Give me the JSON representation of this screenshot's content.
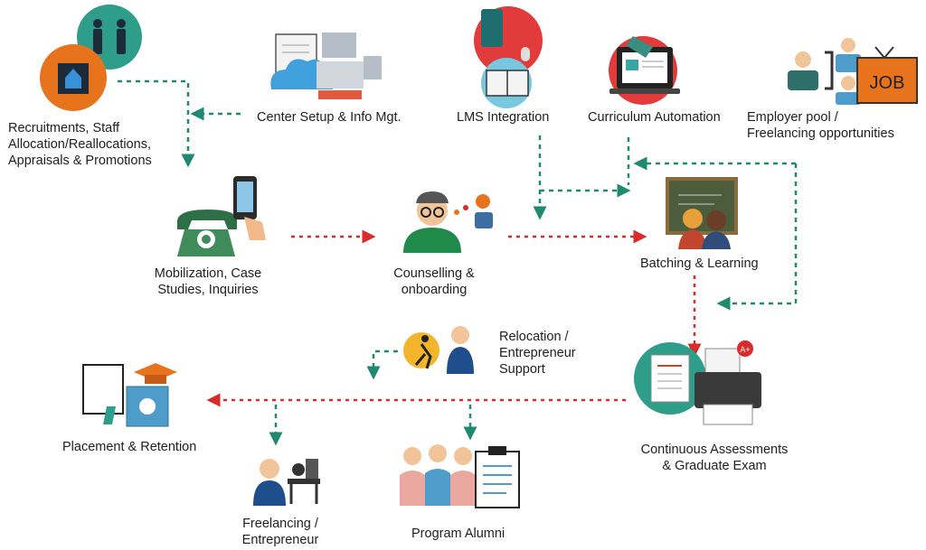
{
  "nodes": {
    "recruitments": {
      "lines": [
        "Recruitments, Staff",
        "Allocation/Reallocations,",
        "Appraisals & Promotions"
      ],
      "icon": "staff-icon"
    },
    "center_setup": {
      "lines": [
        "Center Setup & Info Mgt."
      ],
      "icon": "cloud-server-icon"
    },
    "lms": {
      "lines": [
        "LMS Integration"
      ],
      "icon": "mobile-book-icon"
    },
    "curriculum": {
      "lines": [
        "Curriculum Automation"
      ],
      "icon": "laptop-icon"
    },
    "employer": {
      "lines": [
        "Employer pool /",
        "Freelancing opportunities"
      ],
      "icon": "job-board-icon",
      "sign": "JOB"
    },
    "mobilization": {
      "lines": [
        "Mobilization, Case",
        "Studies, Inquiries"
      ],
      "icon": "phone-icon"
    },
    "counselling": {
      "lines": [
        "Counselling &",
        "onboarding"
      ],
      "icon": "counsellor-icon"
    },
    "batching": {
      "lines": [
        "Batching & Learning"
      ],
      "icon": "classroom-icon"
    },
    "relocation": {
      "lines": [
        "Relocation /",
        "Entrepreneur",
        "Support"
      ],
      "icon": "traveler-icon"
    },
    "assessments": {
      "lines": [
        "Continuous Assessments",
        "& Graduate Exam"
      ],
      "icon": "printer-exam-icon",
      "grade": "A+"
    },
    "placement": {
      "lines": [
        "Placement & Retention"
      ],
      "icon": "graduation-money-icon"
    },
    "freelancing": {
      "lines": [
        "Freelancing /",
        "Entrepreneur"
      ],
      "icon": "freelancer-icon"
    },
    "alumni": {
      "lines": [
        "Program Alumni"
      ],
      "icon": "alumni-group-icon"
    }
  },
  "colors": {
    "teal": "#1f8a70",
    "red": "#d92b2b",
    "orange": "#e8731d",
    "green": "#2e9e6b",
    "dark": "#2b2b2b",
    "blue": "#3a6ea5"
  }
}
